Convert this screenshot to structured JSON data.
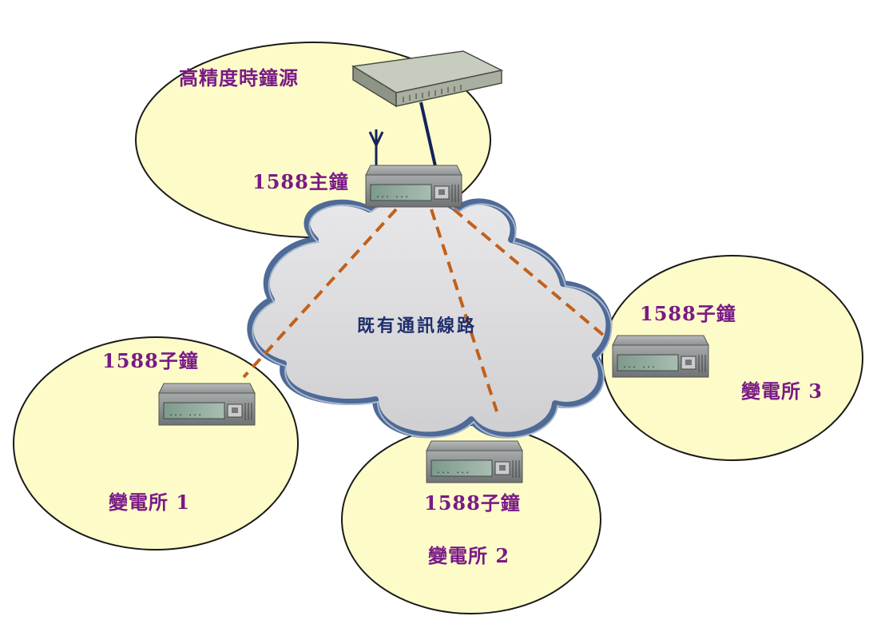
{
  "colors": {
    "zone_fill": "#fdfcc8",
    "zone_stroke": "#1a1a1a",
    "label_text": "#7a1a86",
    "cloud_text": "#1f2f6b",
    "cloud_fill": "#d9d9db",
    "cloud_stroke": "#4e6a96",
    "link_line": "#c2601a",
    "antenna_line": "#13235a"
  },
  "source": {
    "label": "高精度時鐘源",
    "icon": "gps-receiver-icon"
  },
  "master": {
    "label": "1588主鐘",
    "icon": "network-device-icon"
  },
  "network": {
    "label": "既有通訊線路",
    "icon": "cloud-icon"
  },
  "substations": [
    {
      "slave_label": "1588子鐘",
      "station_label": "變電所 1"
    },
    {
      "slave_label": "1588子鐘",
      "station_label": "變電所 2"
    },
    {
      "slave_label": "1588子鐘",
      "station_label": "變電所 3"
    }
  ]
}
